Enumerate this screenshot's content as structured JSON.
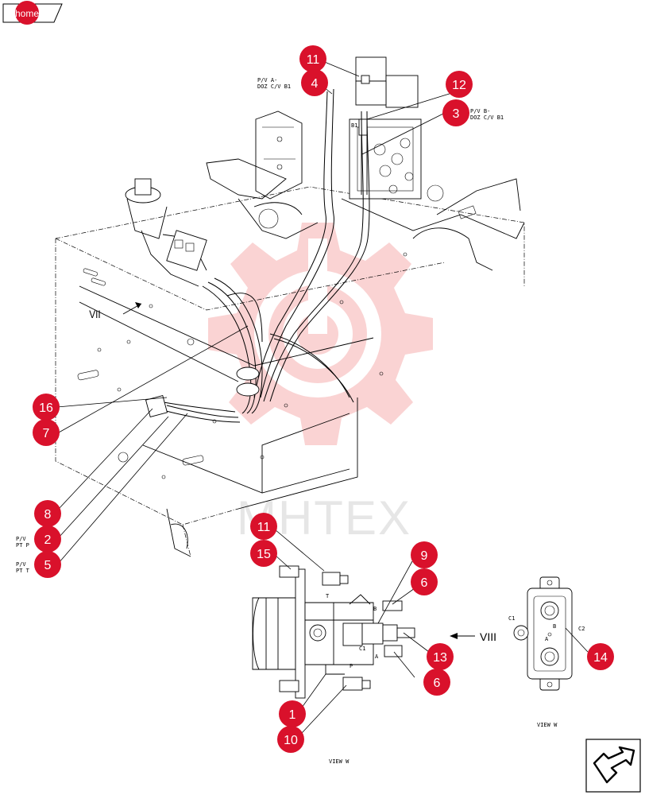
{
  "home": {
    "label": "home"
  },
  "watermark": {
    "text": "MHTEX",
    "color": "#f08c8c"
  },
  "colors": {
    "callout": "#d9112b",
    "line": "#000000",
    "background": "#ffffff"
  },
  "callouts": [
    {
      "id": "c11a",
      "number": "11"
    },
    {
      "id": "c4",
      "number": "4"
    },
    {
      "id": "c12",
      "number": "12"
    },
    {
      "id": "c3",
      "number": "3"
    },
    {
      "id": "c16",
      "number": "16"
    },
    {
      "id": "c7",
      "number": "7"
    },
    {
      "id": "c8",
      "number": "8"
    },
    {
      "id": "c2",
      "number": "2"
    },
    {
      "id": "c5",
      "number": "5"
    },
    {
      "id": "c11b",
      "number": "11"
    },
    {
      "id": "c15",
      "number": "15"
    },
    {
      "id": "c9",
      "number": "9"
    },
    {
      "id": "c6a",
      "number": "6"
    },
    {
      "id": "c13",
      "number": "13"
    },
    {
      "id": "c6b",
      "number": "6"
    },
    {
      "id": "c1",
      "number": "1"
    },
    {
      "id": "c10",
      "number": "10"
    },
    {
      "id": "c14",
      "number": "14"
    }
  ],
  "labels": {
    "pv_a_line1": "P/V A-",
    "pv_a_line2": "DOZ C/V B1",
    "pv_b_line1": "P/V B-",
    "pv_b_line2": "DOZ C/V B1",
    "pv_pt_p_line1": "P/V",
    "pv_pt_p_line2": "PT P",
    "pv_pt_t_line1": "P/V",
    "pv_pt_t_line2": "PT T",
    "view_vii_arrow": "VII",
    "view_viii_arrow": "VIII",
    "view_label_1": "VIEW W",
    "view_label_2": "VIEW W",
    "port_t": "T",
    "port_b": "B",
    "port_c1": "C1",
    "port_a": "A",
    "port_p": "P",
    "port_c1_side": "C1",
    "port_b_side": "B",
    "port_a_side": "A",
    "port_c2_side": "C2",
    "b1": "B1"
  },
  "icons": {
    "navigate": "bent-arrow-icon",
    "home": "home-tab-icon"
  }
}
